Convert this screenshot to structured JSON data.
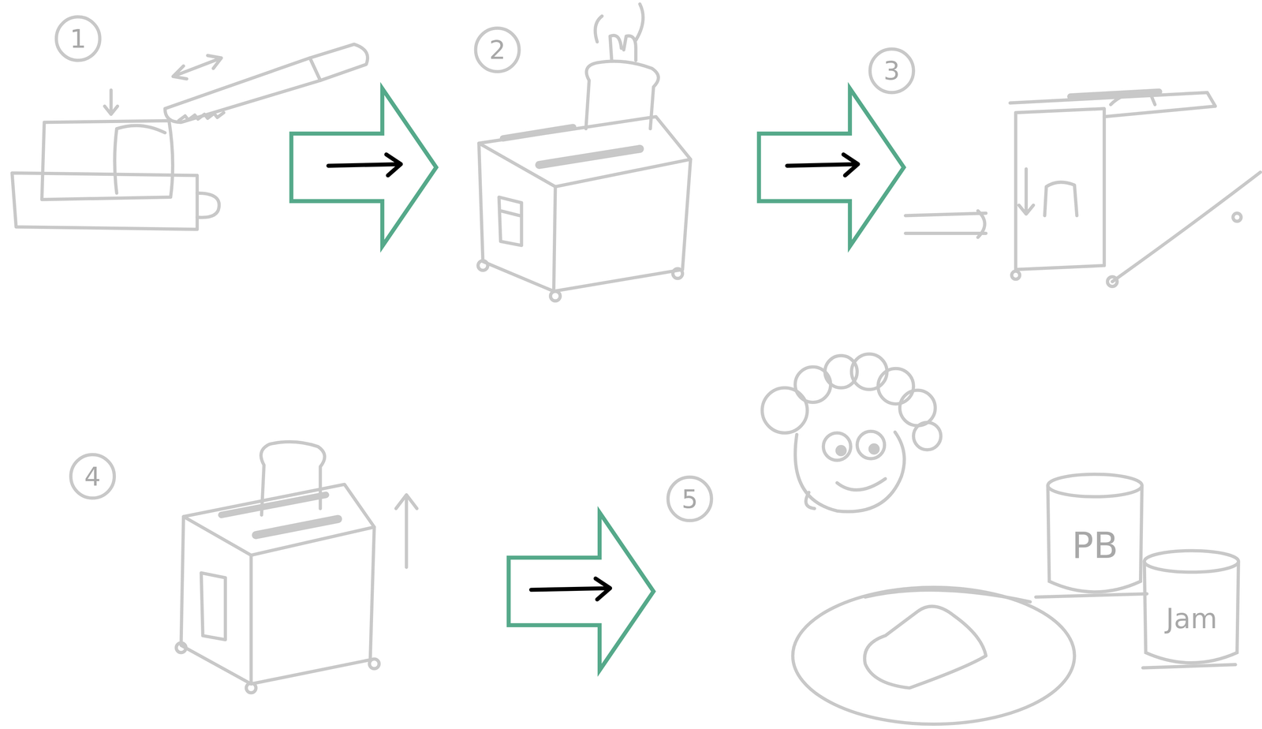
{
  "diagram": {
    "nodes": [
      {
        "text": [
          "PB"
        ]
      },
      {
        "text": [
          "Jam"
        ]
      }
    ],
    "labels": [
      "1",
      "2",
      "3",
      "4",
      "5"
    ]
  }
}
